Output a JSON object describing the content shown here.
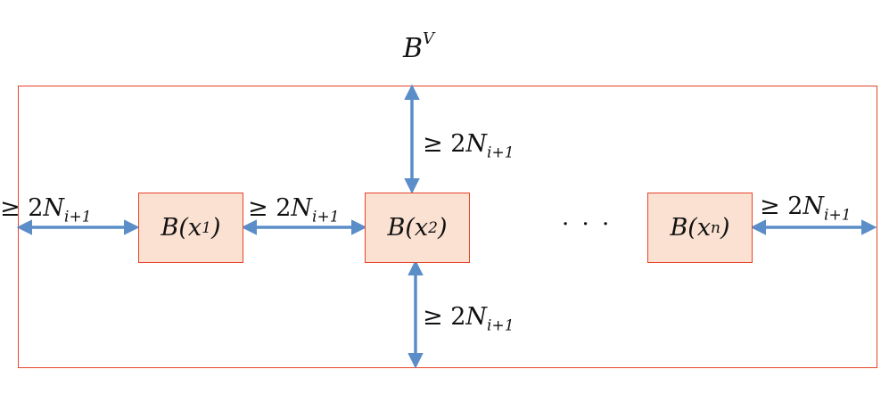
{
  "title": {
    "base": "B",
    "sup": "V"
  },
  "nodes": [
    {
      "prefix": "B(x",
      "sub": "1",
      "suffix": ")"
    },
    {
      "prefix": "B(x",
      "sub": "2",
      "suffix": ")"
    },
    {
      "prefix": "B(x",
      "sub": "n",
      "suffix": ")"
    }
  ],
  "ellipsis": "· · ·",
  "distance_label": {
    "rel": "≥ 2",
    "var": "N",
    "sub": "i+1"
  },
  "colors": {
    "box_border": "#e8432a",
    "box_fill": "#fbe1d2",
    "arrow": "#5b8ec9"
  }
}
